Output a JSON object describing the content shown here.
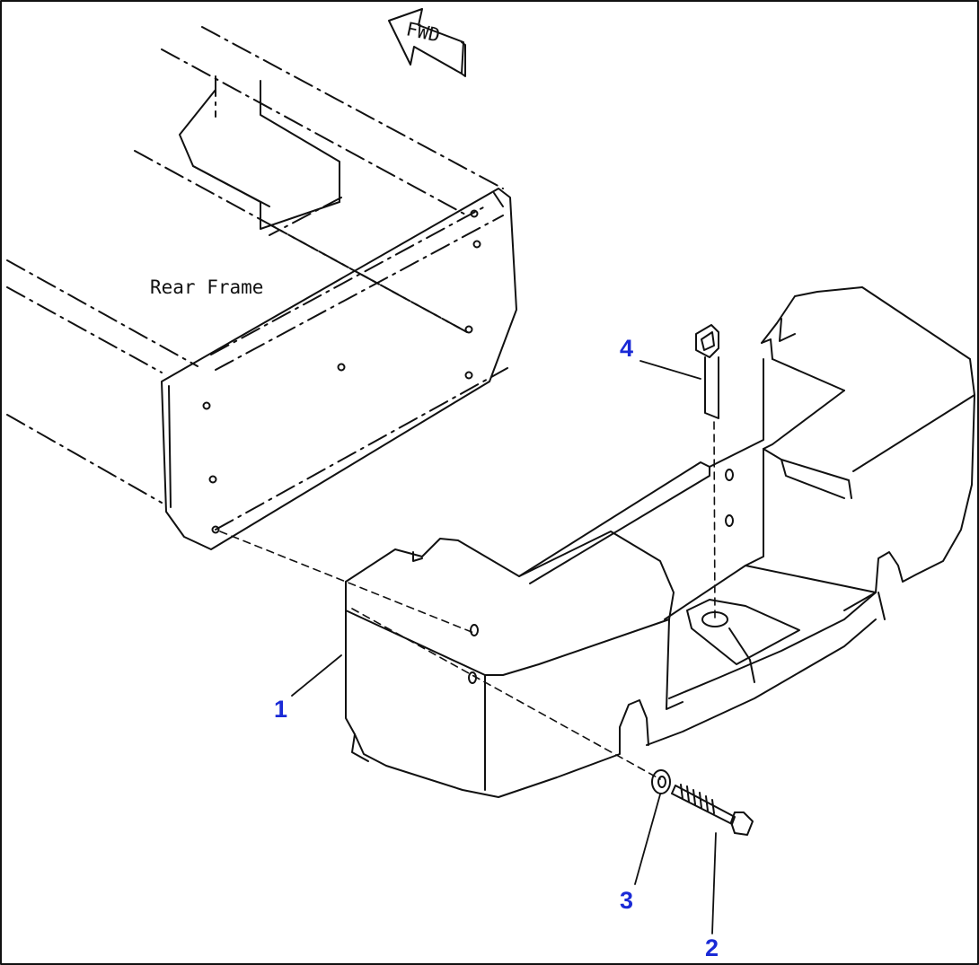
{
  "labels": {
    "frame": "Rear Frame",
    "fwd": "FWD",
    "callouts": [
      "1",
      "2",
      "3",
      "4"
    ]
  },
  "colors": {
    "callout": "#1a2ad6",
    "line": "#111111",
    "background": "#ffffff"
  }
}
